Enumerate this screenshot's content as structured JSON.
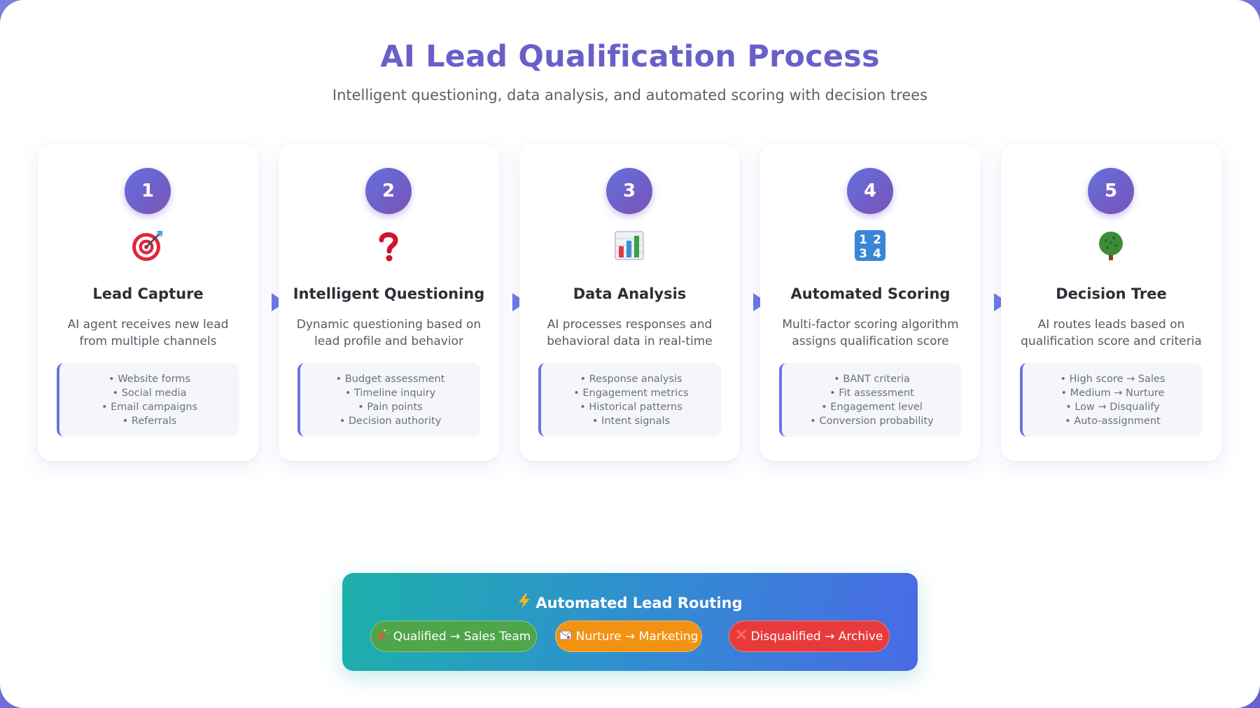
{
  "header": {
    "title": "AI Lead Qualification Process",
    "subtitle": "Intelligent questioning, data analysis, and automated scoring with decision trees"
  },
  "steps": [
    {
      "number": "1",
      "icon": "target-icon",
      "title": "Lead Capture",
      "description": "AI agent receives new lead from multiple channels",
      "details": [
        "• Website forms",
        "• Social media",
        "• Email campaigns",
        "• Referrals"
      ]
    },
    {
      "number": "2",
      "icon": "question-mark-icon",
      "title": "Intelligent Questioning",
      "description": "Dynamic questioning based on lead profile and behavior",
      "details": [
        "• Budget assessment",
        "• Timeline inquiry",
        "• Pain points",
        "• Decision authority"
      ]
    },
    {
      "number": "3",
      "icon": "bar-chart-icon",
      "title": "Data Analysis",
      "description": "AI processes responses and behavioral data in real-time",
      "details": [
        "• Response analysis",
        "• Engagement metrics",
        "• Historical patterns",
        "• Intent signals"
      ]
    },
    {
      "number": "4",
      "icon": "numbers-icon",
      "title": "Automated Scoring",
      "description": "Multi-factor scoring algorithm assigns qualification score",
      "details": [
        "• BANT criteria",
        "• Fit assessment",
        "• Engagement level",
        "• Conversion probability"
      ]
    },
    {
      "number": "5",
      "icon": "tree-icon",
      "title": "Decision Tree",
      "description": "AI routes leads based on qualification score and criteria",
      "details": [
        "• High score → Sales",
        "• Medium → Nurture",
        "• Low → Disqualify",
        "• Auto-assignment"
      ]
    }
  ],
  "routing": {
    "icon": "lightning-icon",
    "title": "Automated Lead Routing",
    "outcomes": [
      {
        "icon": "party-popper-icon",
        "label": "Qualified → Sales Team",
        "color": "#4ea54a"
      },
      {
        "icon": "envelope-icon",
        "label": "Nurture → Marketing",
        "color": "#f29212"
      },
      {
        "icon": "cross-mark-icon",
        "label": "Disqualified → Archive",
        "color": "#e83a3a"
      }
    ]
  },
  "colors": {
    "accent": "#6a5fc9",
    "step_badge": "#6a62d0",
    "arrow": "#6a78e6"
  }
}
